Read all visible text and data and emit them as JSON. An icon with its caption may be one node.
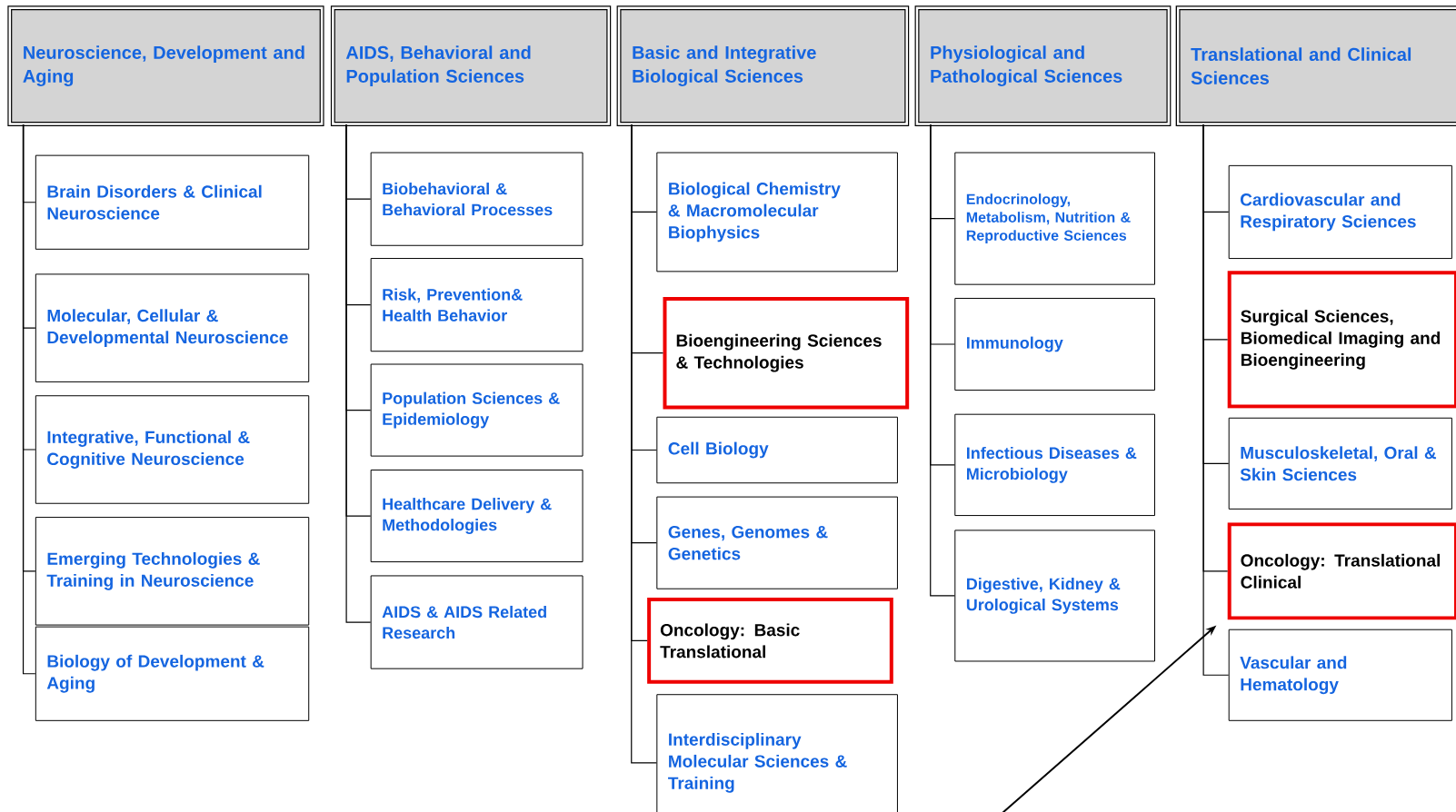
{
  "diagram": {
    "nodes": [
      {
        "text": [
          "Neuroscience, Development and Aging"
        ]
      },
      {
        "text": [
          "AIDS, Behavioral and Population Sciences"
        ]
      },
      {
        "text": [
          "Basic and Integrative Biological Sciences"
        ]
      },
      {
        "text": [
          "Physiological and Pathological Sciences"
        ]
      },
      {
        "text": [
          "Translational and Clinical Sciences"
        ]
      },
      {
        "text": [
          "Brain Disorders & Clinical Neuroscience"
        ]
      },
      {
        "text": [
          "Molecular, Cellular & Developmental Neuroscience"
        ]
      },
      {
        "text": [
          "Integrative, Functional & Cognitive Neuroscience"
        ]
      },
      {
        "text": [
          "Emerging Technologies & Training in Neuroscience"
        ]
      },
      {
        "text": [
          "Biology of Development & Aging"
        ]
      },
      {
        "text": [
          "Biobehavioral & Behavioral Processes"
        ]
      },
      {
        "text": [
          "Risk, Prevention& Health Behavior"
        ]
      },
      {
        "text": [
          "Population Sciences & Epidemiology"
        ]
      },
      {
        "text": [
          "Healthcare Delivery & Methodologies"
        ]
      },
      {
        "text": [
          "AIDS & AIDS Related Research"
        ]
      },
      {
        "text": [
          "Biological Chemistry & Macromolecular Biophysics"
        ]
      },
      {
        "text": [
          "Bioengineering Sciences & Technologies"
        ]
      },
      {
        "text": [
          "Cell Biology"
        ]
      },
      {
        "text": [
          "Genes, Genomes & Genetics"
        ]
      },
      {
        "text": [
          "Oncology: Basic Translational"
        ]
      },
      {
        "text": [
          "Interdisciplinary Molecular Sciences & Training"
        ]
      },
      {
        "text": [
          "Endocrinology, Metabolism, Nutrition & Reproductive Sciences"
        ]
      },
      {
        "text": [
          "Immunology"
        ]
      },
      {
        "text": [
          "Infectious Diseases & Microbiology"
        ]
      },
      {
        "text": [
          "Digestive, Kidney & Urological Systems"
        ]
      },
      {
        "text": [
          "Cardiovascular and Respiratory Sciences"
        ]
      },
      {
        "text": [
          "Surgical Sciences, Biomedical Imaging and Bioengineering"
        ]
      },
      {
        "text": [
          "Musculoskeletal, Oral & Skin Sciences"
        ]
      },
      {
        "text": [
          "Oncology: Translational Clinical"
        ]
      },
      {
        "text": [
          "Vascular and Hematology"
        ]
      }
    ],
    "edges": [
      {
        "from": 0,
        "to": 5,
        "arrow": "none"
      },
      {
        "from": 0,
        "to": 6,
        "arrow": "none"
      },
      {
        "from": 0,
        "to": 7,
        "arrow": "none"
      },
      {
        "from": 0,
        "to": 8,
        "arrow": "none"
      },
      {
        "from": 0,
        "to": 9,
        "arrow": "none"
      },
      {
        "from": 1,
        "to": 10,
        "arrow": "none"
      },
      {
        "from": 1,
        "to": 11,
        "arrow": "none"
      },
      {
        "from": 1,
        "to": 12,
        "arrow": "none"
      },
      {
        "from": 1,
        "to": 13,
        "arrow": "none"
      },
      {
        "from": 1,
        "to": 14,
        "arrow": "none"
      },
      {
        "from": 2,
        "to": 15,
        "arrow": "none"
      },
      {
        "from": 2,
        "to": 16,
        "arrow": "none"
      },
      {
        "from": 2,
        "to": 17,
        "arrow": "none"
      },
      {
        "from": 2,
        "to": 18,
        "arrow": "none"
      },
      {
        "from": 2,
        "to": 19,
        "arrow": "none"
      },
      {
        "from": 2,
        "to": 20,
        "arrow": "none"
      },
      {
        "from": 3,
        "to": 21,
        "arrow": "none"
      },
      {
        "from": 3,
        "to": 22,
        "arrow": "none"
      },
      {
        "from": 3,
        "to": 23,
        "arrow": "none"
      },
      {
        "from": 3,
        "to": 24,
        "arrow": "none"
      },
      {
        "from": 4,
        "to": 25,
        "arrow": "none"
      },
      {
        "from": 4,
        "to": 26,
        "arrow": "none"
      },
      {
        "from": 4,
        "to": 27,
        "arrow": "none"
      },
      {
        "from": 4,
        "to": 28,
        "arrow": "none"
      },
      {
        "from": 4,
        "to": 29,
        "arrow": "none"
      },
      {
        "from": null,
        "to": 28,
        "arrow": "to"
      }
    ]
  }
}
